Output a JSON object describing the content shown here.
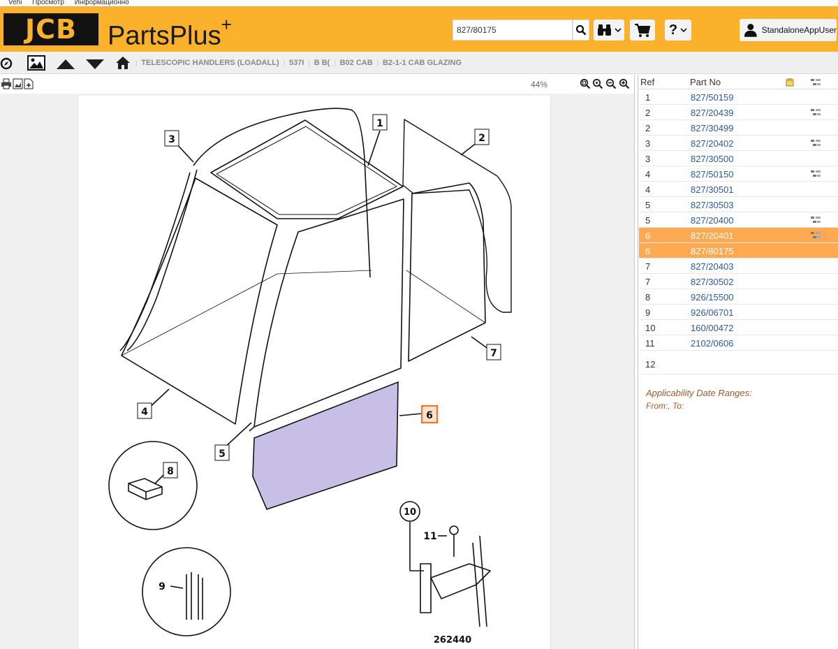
{
  "menu": [
    "Vehi",
    "Просмотр",
    "Информационно"
  ],
  "header": {
    "logo_text": "JCB",
    "brand_text": "PartsPlus",
    "brand_sup": "+",
    "search_value": "827/80175",
    "user_label": "StandaloneAppUser",
    "help_label": "?",
    "accent_color": "#fbb12b"
  },
  "breadcrumb": [
    "TELESCOPIC HANDLERS (LOADALL)",
    "537I",
    "B B(",
    "B02 CAB",
    "B2-1-1 CAB GLAZING"
  ],
  "diagram": {
    "zoom_level": "44%",
    "drawing_number": "262440",
    "callouts": [
      "1",
      "2",
      "3",
      "4",
      "5",
      "6",
      "7",
      "8",
      "9",
      "10",
      "11"
    ]
  },
  "parts_table": {
    "headers": {
      "ref": "Ref",
      "part_no": "Part No"
    },
    "rows": [
      {
        "ref": "1",
        "part_no": "827/50159",
        "has_subparts": false,
        "selected": false
      },
      {
        "ref": "2",
        "part_no": "827/20439",
        "has_subparts": true,
        "selected": false
      },
      {
        "ref": "2",
        "part_no": "827/30499",
        "has_subparts": false,
        "selected": false
      },
      {
        "ref": "3",
        "part_no": "827/20402",
        "has_subparts": true,
        "selected": false
      },
      {
        "ref": "3",
        "part_no": "827/30500",
        "has_subparts": false,
        "selected": false
      },
      {
        "ref": "4",
        "part_no": "827/50150",
        "has_subparts": true,
        "selected": false
      },
      {
        "ref": "4",
        "part_no": "827/30501",
        "has_subparts": false,
        "selected": false
      },
      {
        "ref": "5",
        "part_no": "827/30503",
        "has_subparts": false,
        "selected": false
      },
      {
        "ref": "5",
        "part_no": "827/20400",
        "has_subparts": true,
        "selected": false
      },
      {
        "ref": "6",
        "part_no": "827/20401",
        "has_subparts": true,
        "selected": true
      },
      {
        "ref": "6",
        "part_no": "827/80175",
        "has_subparts": false,
        "selected": true
      },
      {
        "ref": "7",
        "part_no": "827/20403",
        "has_subparts": false,
        "selected": false
      },
      {
        "ref": "7",
        "part_no": "827/30502",
        "has_subparts": false,
        "selected": false
      },
      {
        "ref": "8",
        "part_no": "926/15500",
        "has_subparts": false,
        "selected": false
      },
      {
        "ref": "9",
        "part_no": "926/06701",
        "has_subparts": false,
        "selected": false
      },
      {
        "ref": "10",
        "part_no": "160/00472",
        "has_subparts": false,
        "selected": false
      },
      {
        "ref": "11",
        "part_no": "2102/0606",
        "has_subparts": false,
        "selected": false
      },
      {
        "ref": "12",
        "part_no": "",
        "has_subparts": false,
        "selected": false
      }
    ],
    "applicability_title": "Applicability Date Ranges:",
    "applicability_value": "From:, To:",
    "selected_color": "#ffa952"
  }
}
